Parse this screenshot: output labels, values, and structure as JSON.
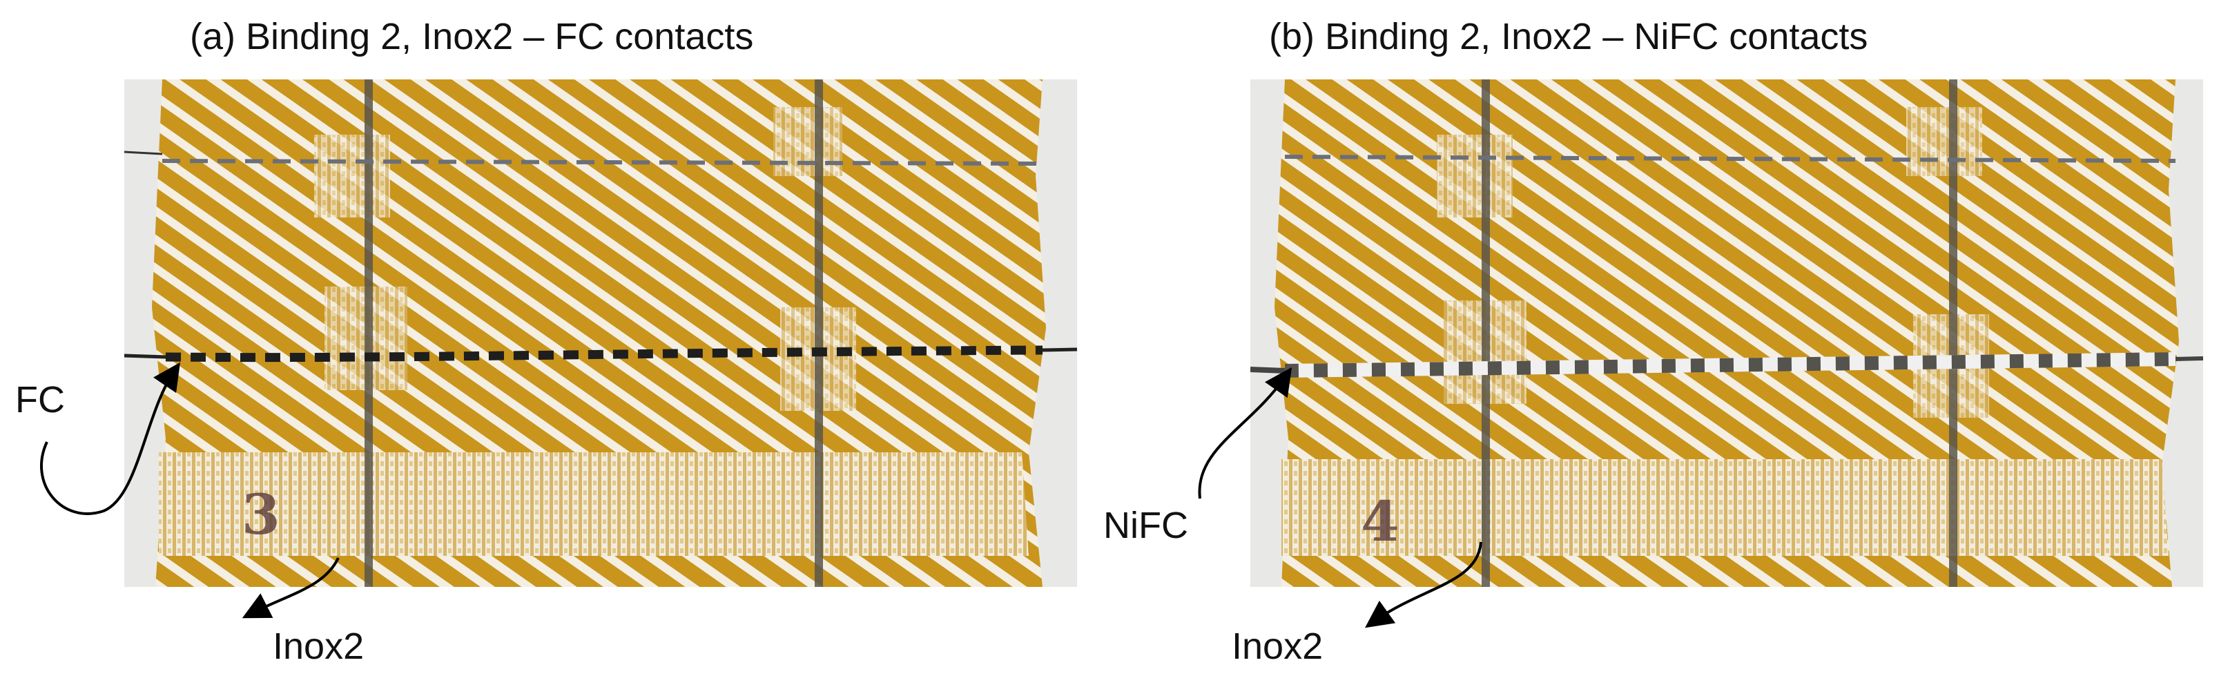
{
  "panels": [
    {
      "caption": "(a) Binding 2, Inox2 – FC contacts",
      "contact_label": "FC",
      "steel_label": "Inox2",
      "stripe_style": "FC"
    },
    {
      "caption": "(b) Binding 2, Inox2 – NiFC contacts",
      "contact_label": "NiFC",
      "steel_label": "Inox2",
      "stripe_style": "NiFC"
    }
  ],
  "colors": {
    "ochre": "#c9951c",
    "cream": "#f4efe2",
    "background": "#e8e8e6",
    "steel_thread": "#5b564a"
  }
}
